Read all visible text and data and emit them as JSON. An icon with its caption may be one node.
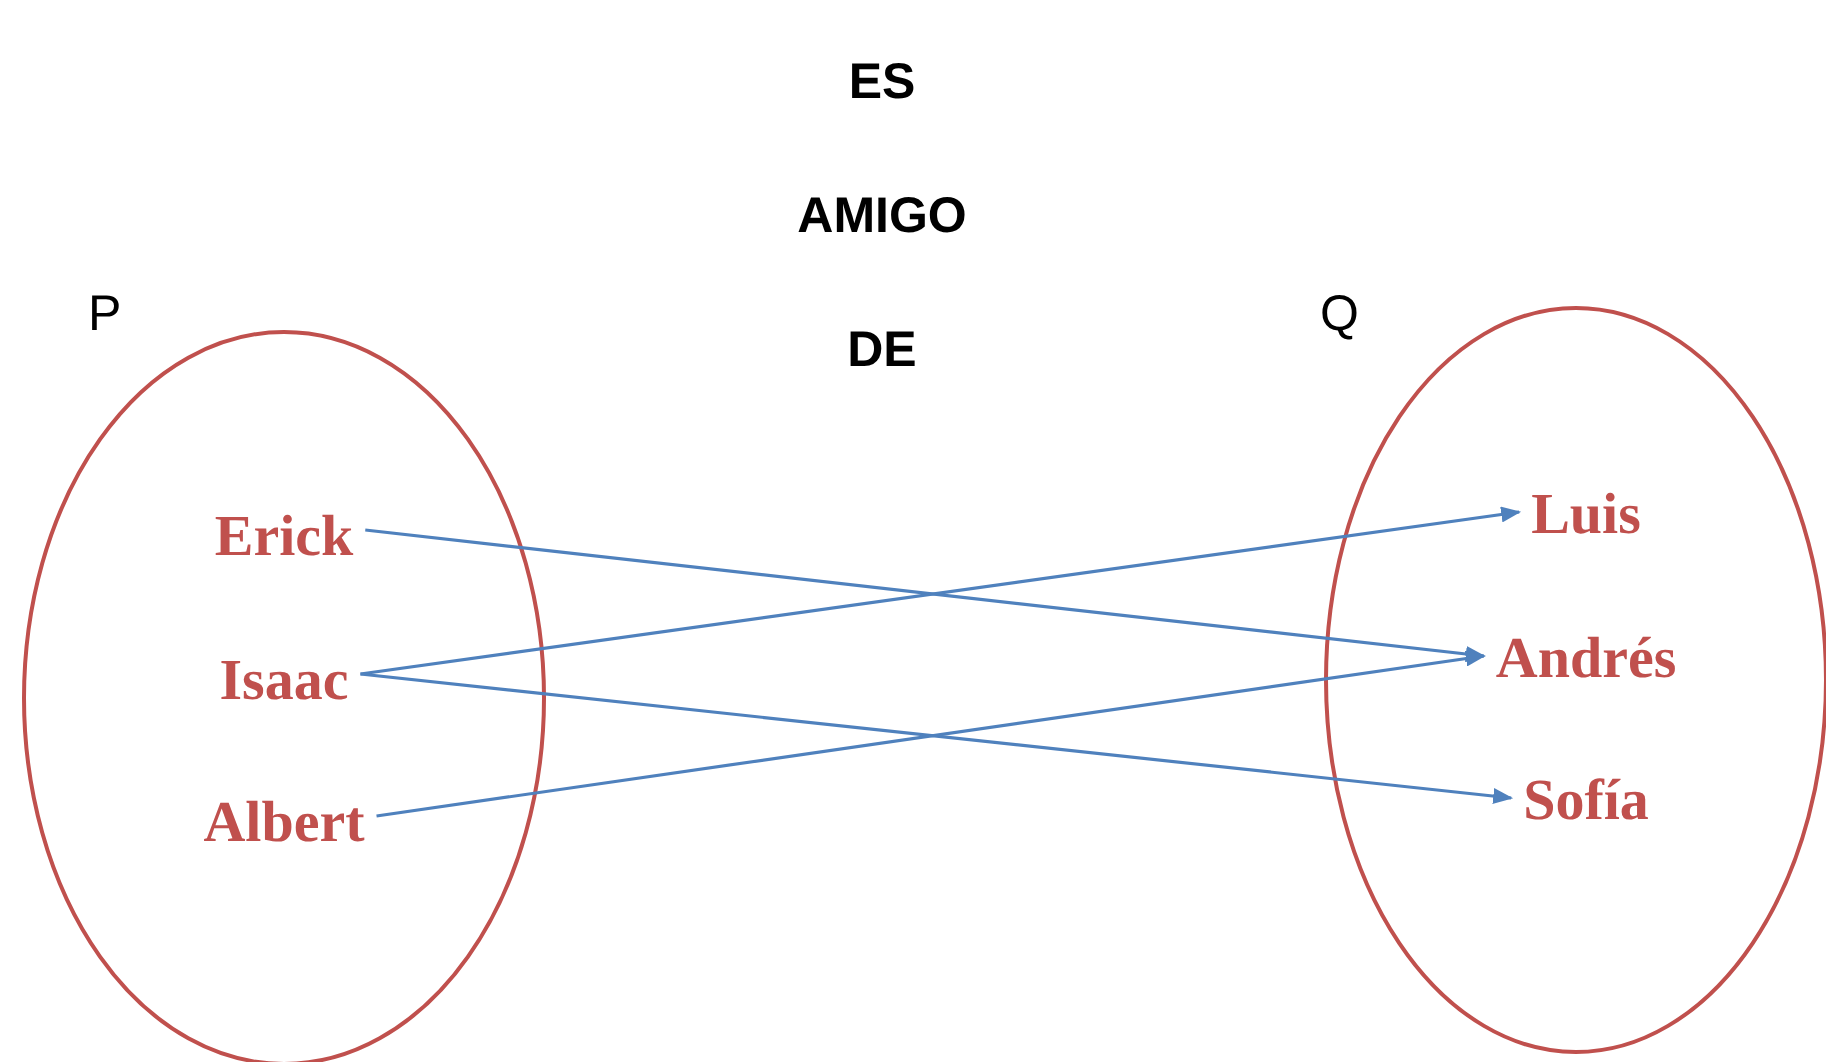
{
  "diagram": {
    "title": "ES AMIGO DE",
    "nodes": [
      {
        "text": [
          "P"
        ]
      },
      {
        "text": [
          "Erick"
        ],
        "in": 0
      },
      {
        "text": [
          "Isaac"
        ],
        "in": 0
      },
      {
        "text": [
          "Albert"
        ],
        "in": 0
      },
      {
        "text": [
          "Q"
        ]
      },
      {
        "text": [
          "Luis"
        ],
        "in": 4
      },
      {
        "text": [
          "Andrés"
        ],
        "in": 4
      },
      {
        "text": [
          "Sofía"
        ],
        "in": 4
      }
    ],
    "edges": [
      {
        "from": 1,
        "to": 6,
        "arrow": "to"
      },
      {
        "from": 2,
        "to": 5,
        "arrow": "to"
      },
      {
        "from": 2,
        "to": 7,
        "arrow": "to"
      },
      {
        "from": 3,
        "to": 6,
        "arrow": "to"
      }
    ]
  }
}
